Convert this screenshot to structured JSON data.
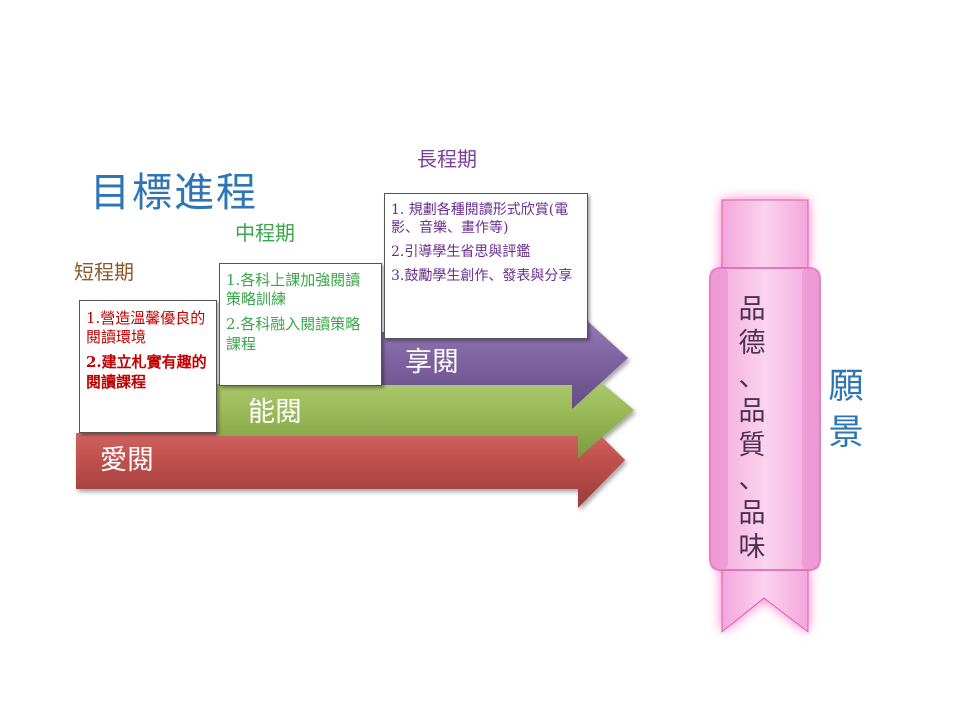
{
  "title": "目標進程",
  "phases": {
    "short": {
      "label": "短程期",
      "arrow_label": "愛閱",
      "items": [
        "1.營造溫馨優良的閱讀環境",
        "2.建立札實有趣的閱讀課程"
      ]
    },
    "mid": {
      "label": "中程期",
      "arrow_label": "能閱",
      "items": [
        "1.各科上課加強閱讀策略訓練",
        "2.各科融入閱讀策略課程"
      ]
    },
    "long": {
      "label": "長程期",
      "arrow_label": "享閱",
      "items": [
        "1. 規劃各種閱讀形式欣賞(電影、音樂、畫作等)",
        "2.引導學生省思與評鑑",
        "3.鼓勵學生創作、發表與分享"
      ]
    }
  },
  "vision": {
    "banner_chars": [
      "品",
      "德",
      "、",
      "品",
      "質",
      "、",
      "品",
      "味"
    ],
    "label_chars": [
      "願",
      "景"
    ]
  },
  "colors": {
    "title": "#2e75b6",
    "arrow_short": "#c0504d",
    "arrow_mid": "#9bbb59",
    "arrow_long": "#8064a2",
    "banner": "#f7b8e8",
    "banner_glow": "#ff1493"
  }
}
